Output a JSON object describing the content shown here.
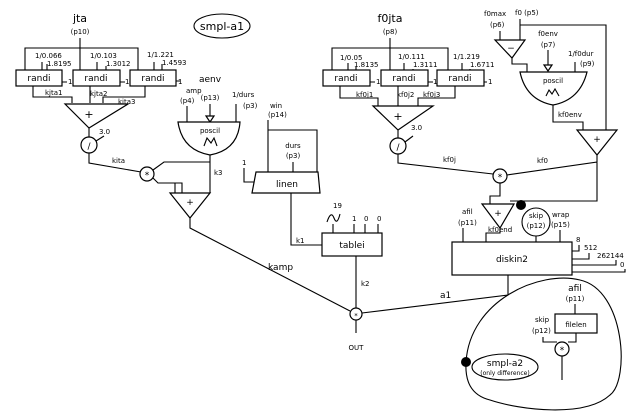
{
  "title": "smpl-a1",
  "left": {
    "jitter": {
      "name": "jta",
      "param": "(p10)"
    },
    "randi": [
      {
        "label": "randi",
        "freq": "1/0.066",
        "seed": "1.8195",
        "amp": "1",
        "out": "kjta1"
      },
      {
        "label": "randi",
        "freq": "1/0.103",
        "seed": "1.3012",
        "amp": "1",
        "out": "kjta2"
      },
      {
        "label": "randi",
        "freq": "1/1.221",
        "seed": "1.4593",
        "amp": "1",
        "out": "kjta3"
      }
    ],
    "sum": "+",
    "div": "/",
    "div_value": "3.0",
    "kita": "kita",
    "mult": "*",
    "poscil": {
      "label": "poscil",
      "amp": "amp",
      "amp_p": "(p4)",
      "env": "aenv",
      "env_p": "(p13)",
      "freq": "1/durs",
      "freq_p": "(p3)",
      "out": "k3"
    },
    "sum2": "+",
    "kamp": "kamp",
    "linen": {
      "label": "linen",
      "win": "win",
      "win_p": "(p14)",
      "durs": "durs",
      "durs_p": "(p3)",
      "amp": "1",
      "out": "k1"
    },
    "tablei": {
      "label": "tablei",
      "table": "19",
      "args": [
        "1",
        "0",
        "0"
      ],
      "out": "k2"
    }
  },
  "right": {
    "jitter": {
      "name": "f0jta",
      "param": "(p8)"
    },
    "randi": [
      {
        "label": "randi",
        "freq": "1/0.05",
        "seed": "1.8135",
        "amp": "1",
        "out": "kf0j1"
      },
      {
        "label": "randi",
        "freq": "1/0.111",
        "seed": "1.3111",
        "amp": "1",
        "out": "kf0j2"
      },
      {
        "label": "randi",
        "freq": "1/1.219",
        "seed": "1.6711",
        "amp": "1",
        "out": "kf0j3"
      }
    ],
    "sum": "+",
    "div": "/",
    "div_value": "3.0",
    "kf0j": "kf0j",
    "f0max": "f0max",
    "f0max_p": "(p6)",
    "f0": "f0 (p5)",
    "minus": "−",
    "poscil": {
      "label": "poscil",
      "env": "f0env",
      "env_p": "(p7)",
      "freq": "1/f0dur",
      "freq_p": "(p9)",
      "out": "kf0env"
    },
    "sum2": "+",
    "kf0": "kf0",
    "mult": "*",
    "sum3": "+",
    "kf0end": "kf0end",
    "diskin2": {
      "label": "diskin2",
      "afil": "afil",
      "afil_p": "(p11)",
      "skip": "skip",
      "skip_p": "(p12)",
      "wrap": "wrap",
      "wrap_p": "(p15)",
      "args": [
        "8",
        "512",
        "262144",
        "0"
      ],
      "out": "a1"
    }
  },
  "output": {
    "mult": "*",
    "label": "OUT"
  },
  "variant": {
    "title": "smpl-a2",
    "subtitle": "(only difference)",
    "afil": "afil",
    "afil_p": "(p11)",
    "skip": "skip",
    "skip_p": "(p12)",
    "filelen": "filelen",
    "mult": "*"
  }
}
